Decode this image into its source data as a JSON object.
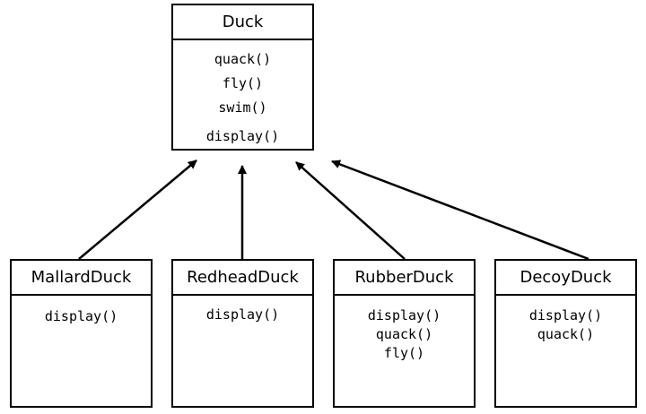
{
  "superclass": {
    "name": "Duck",
    "methods": [
      "quack()",
      "fly()",
      "swim()",
      "display()"
    ]
  },
  "subclasses": [
    {
      "name": "MallardDuck",
      "methods": [
        "display()"
      ]
    },
    {
      "name": "RedheadDuck",
      "methods": [
        "display()"
      ]
    },
    {
      "name": "RubberDuck",
      "methods": [
        "display()",
        "quack()",
        "fly()"
      ]
    },
    {
      "name": "DecoyDuck",
      "methods": [
        "display()",
        "quack()"
      ]
    }
  ],
  "colors": {
    "line": "#000000",
    "background": "#ffffff"
  }
}
